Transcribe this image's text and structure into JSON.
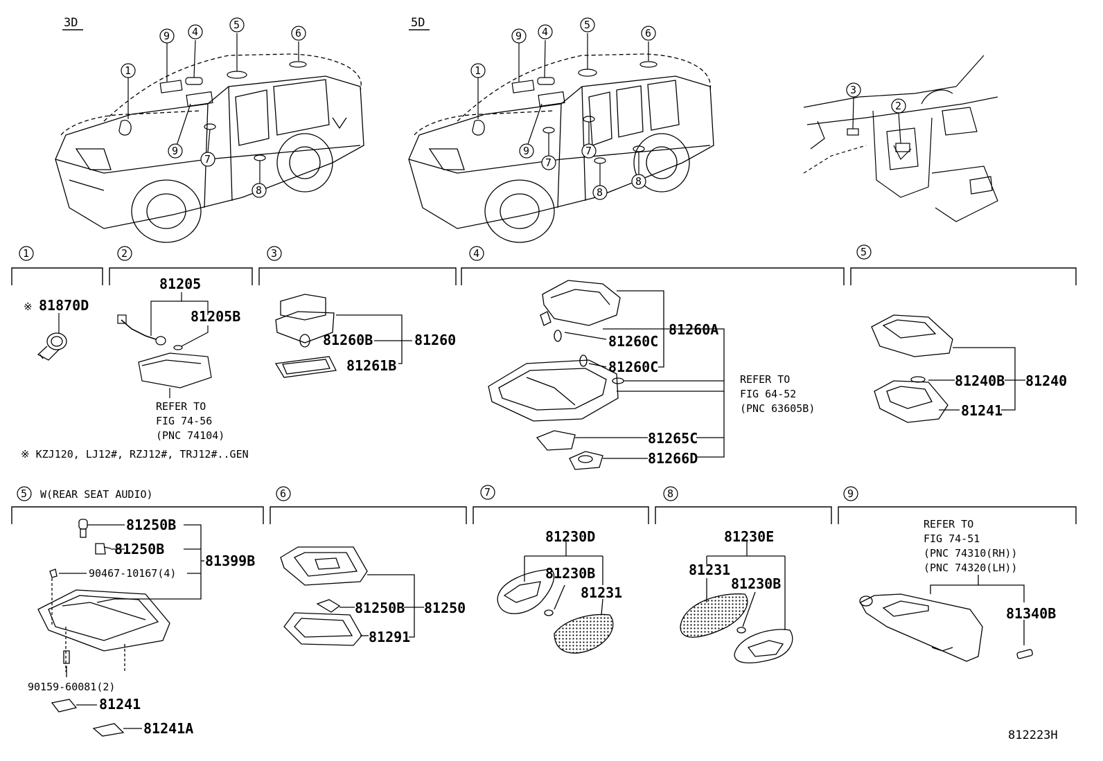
{
  "header": {
    "label_3d": "3D",
    "label_5d": "5D",
    "fig_code": "812223H"
  },
  "callouts": {
    "c1": "1",
    "c2": "2",
    "c3": "3",
    "c4": "4",
    "c5": "5",
    "c6": "6",
    "c7": "7",
    "c8": "8",
    "c9": "9"
  },
  "sections": {
    "s1": {
      "num": "1",
      "note_prefix": "※",
      "part": "81870D"
    },
    "s2": {
      "num": "2",
      "part_a": "81205",
      "part_b": "81205B",
      "ref_line1": "REFER TO",
      "ref_line2": "FIG 74-56",
      "ref_line3": "(PNC 74104)"
    },
    "footnote": "※ KZJ120, LJ12#, RZJ12#, TRJ12#..GEN",
    "s3": {
      "num": "3",
      "part_a": "81260B",
      "part_b": "81260",
      "part_c": "81261B"
    },
    "s4": {
      "num": "4",
      "part_a": "81260A",
      "part_b": "81260C",
      "part_c": "81260C",
      "part_d": "81265C",
      "part_e": "81266D",
      "ref_line1": "REFER TO",
      "ref_line2": "FIG 64-52",
      "ref_line3": "(PNC 63605B)"
    },
    "s5": {
      "num": "5",
      "part_a": "81240B",
      "part_b": "81240",
      "part_c": "81241"
    },
    "s5w": {
      "num": "5",
      "title": "W(REAR SEAT AUDIO)",
      "part_a": "81250B",
      "part_b": "81250B",
      "part_c": "81399B",
      "part_d": "90467-10167(4)",
      "part_e": "90159-60081(2)",
      "part_f": "81241",
      "part_g": "81241A"
    },
    "s6": {
      "num": "6",
      "part_a": "81250B",
      "part_b": "81250",
      "part_c": "81291"
    },
    "s7": {
      "num": "7",
      "part_a": "81230D",
      "part_b": "81230B",
      "part_c": "81231"
    },
    "s8": {
      "num": "8",
      "part_a": "81230E",
      "part_b": "81231",
      "part_c": "81230B"
    },
    "s9": {
      "num": "9",
      "ref_line1": "REFER TO",
      "ref_line2": "FIG 74-51",
      "ref_line3": "(PNC 74310(RH))",
      "ref_line4": "(PNC 74320(LH))",
      "part_a": "81340B"
    }
  }
}
